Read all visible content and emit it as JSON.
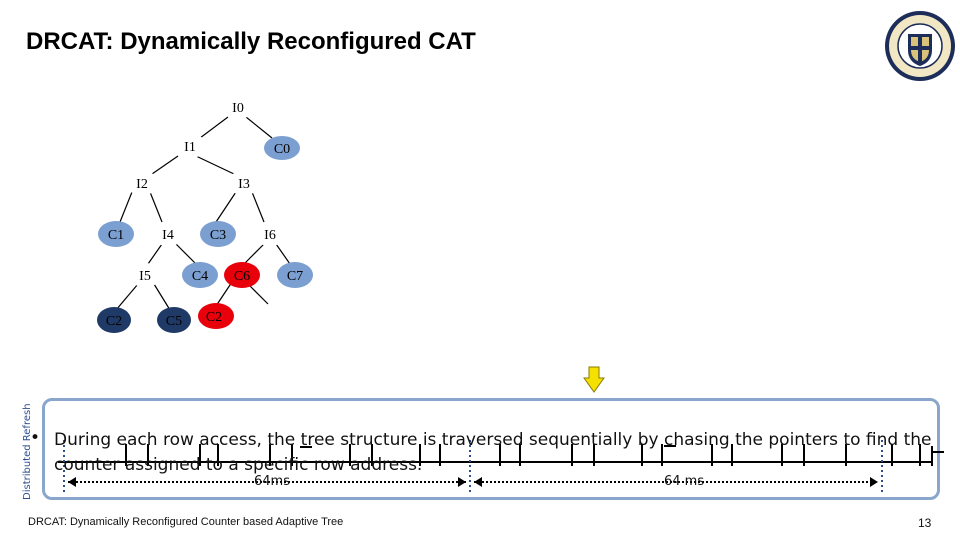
{
  "slide": {
    "title": "DRCAT: Dynamically Reconfigured CAT",
    "footer": "DRCAT: Dynamically Reconfigured Counter based Adaptive Tree",
    "page_number": "13",
    "side_label": "Distributed Refresh",
    "bullet": "•",
    "body_text": "During each row access, the tree structure is traversed sequentially by chasing the pointers to find the counter assigned to a specific row address."
  },
  "tree": {
    "nodes": {
      "I0": "I0",
      "I1": "I1",
      "C0": "C0",
      "I2": "I2",
      "I3": "I3",
      "C1": "C1",
      "I4": "I4",
      "C3": "C3",
      "I6": "I6",
      "I5": "I5",
      "C4": "C4",
      "C6": "C6",
      "C7": "C7",
      "C2a": "C2",
      "C5": "C5",
      "C2b": "C2"
    }
  },
  "timeline": {
    "interval1": "64ms",
    "interval2": "64 ms"
  },
  "colors": {
    "internal_node": "#ffffff",
    "counter_light": "#7b9fd0",
    "counter_dark": "#1f3a66",
    "counter_hot": "#e8000b",
    "edge": "#000000",
    "box_border": "#8aa6cc",
    "arrow_yellow": "#f5e100"
  },
  "icons": {
    "seal": "university-seal-icon",
    "arrow": "down-arrow-icon"
  }
}
